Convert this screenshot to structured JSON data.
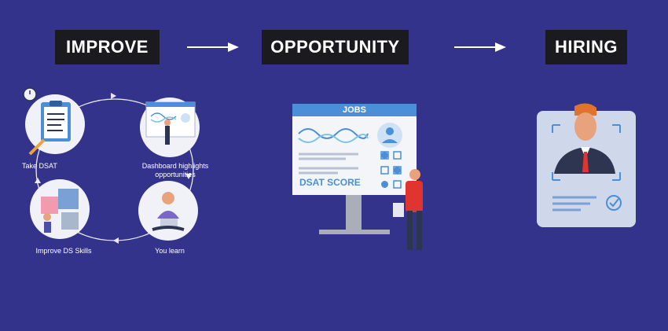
{
  "stages": {
    "improve": "IMPROVE",
    "opportunity": "OPPORTUNITY",
    "hiring": "HIRING"
  },
  "cycle": {
    "take_dsat": "Take DSAT",
    "dashboard": "Dashboard highlights\nopportunities",
    "you_learn": "You learn",
    "improve_skills": "Improve DS Skills"
  },
  "board": {
    "title": "JOBS",
    "score": "DSAT SCORE"
  },
  "colors": {
    "background": "#34338c",
    "label_bg": "#1b1b1f",
    "accent_blue": "#4a8fd8",
    "accent_red": "#e0342f"
  }
}
